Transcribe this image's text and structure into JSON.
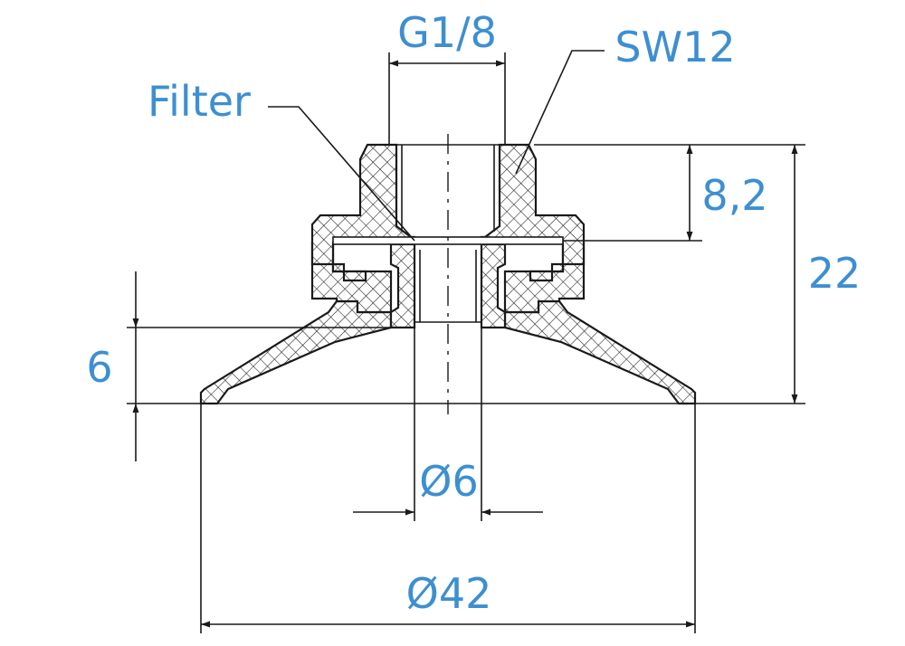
{
  "labels": {
    "thread": "G1/8",
    "wrench": "SW12",
    "filter": "Filter",
    "fitting_height": "8,2",
    "total_height": "22",
    "lip_height": "6",
    "bore_diameter": "Ø6",
    "cup_diameter": "Ø42"
  },
  "colors": {
    "dimension_text": "#3d8fd1",
    "line": "#1a1a1a",
    "hatch": "#1a1a1a",
    "background": "#ffffff"
  }
}
